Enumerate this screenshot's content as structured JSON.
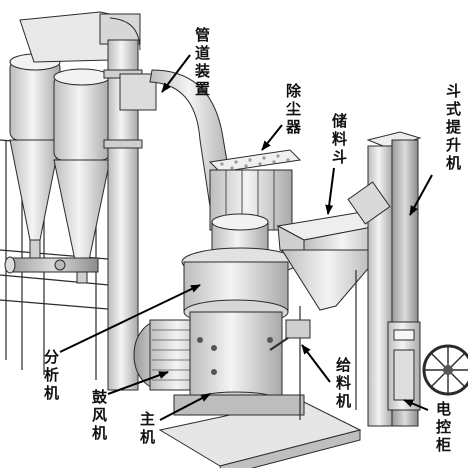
{
  "diagram": {
    "labels": {
      "pipe": [
        "管",
        "道",
        "装",
        "置"
      ],
      "dust": [
        "除",
        "尘",
        "器"
      ],
      "hopper": [
        "储",
        "料",
        "斗"
      ],
      "elevator": [
        "斗",
        "式",
        "提",
        "升",
        "机"
      ],
      "classifier": [
        "分",
        "析",
        "机"
      ],
      "feeder": [
        "给",
        "料",
        "机"
      ],
      "blower": [
        "鼓",
        "风",
        "机"
      ],
      "main": [
        "主",
        "机"
      ],
      "control": [
        "电",
        "控",
        "柜"
      ]
    },
    "colors": {
      "metal_light": "#ececec",
      "metal_mid": "#cfcfcf",
      "metal_dark": "#8a8a8a",
      "outline": "#2b2b2b",
      "arrow": "#000000",
      "background": "#ffffff"
    }
  }
}
